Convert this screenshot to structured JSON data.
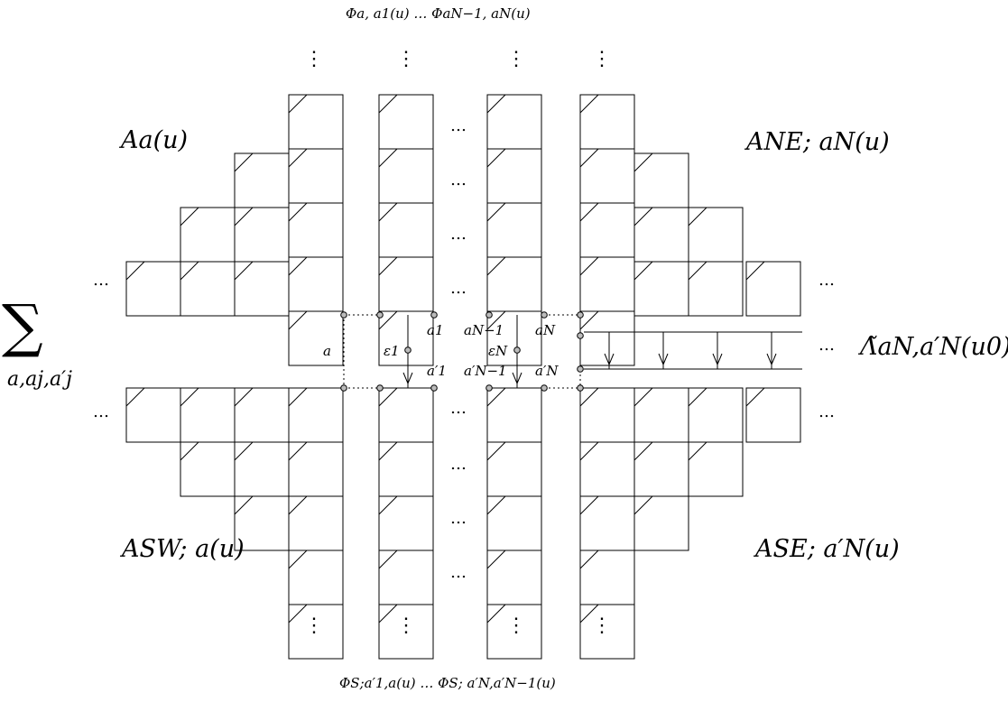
{
  "labels": {
    "top_phi": "Φa, a1(u) …  ΦaN−1, aN(u)",
    "bottom_phi": "ΦS;a′1,a(u) …  ΦS; a′N,a′N−1(u)",
    "A_a": "Aa(u)",
    "A_NE": "ANE; aN(u)",
    "A_SW": "ASW; a(u)",
    "A_SE": "ASE; a′N(u)",
    "Lambda": "Λ̃aN,a′N(u0)",
    "sum_symbol": "∑",
    "sum_indices": "a,aj,a′j",
    "a": "a",
    "a1": "a1",
    "aN_minus_1": "aN−1",
    "aN": "aN",
    "eps1": "ε1",
    "epsN": "εN",
    "a1p": "a′1",
    "aN_minus_1p": "a′N−1",
    "aNp": "a′N",
    "ellipsis": "…",
    "vdots": "⋮"
  }
}
